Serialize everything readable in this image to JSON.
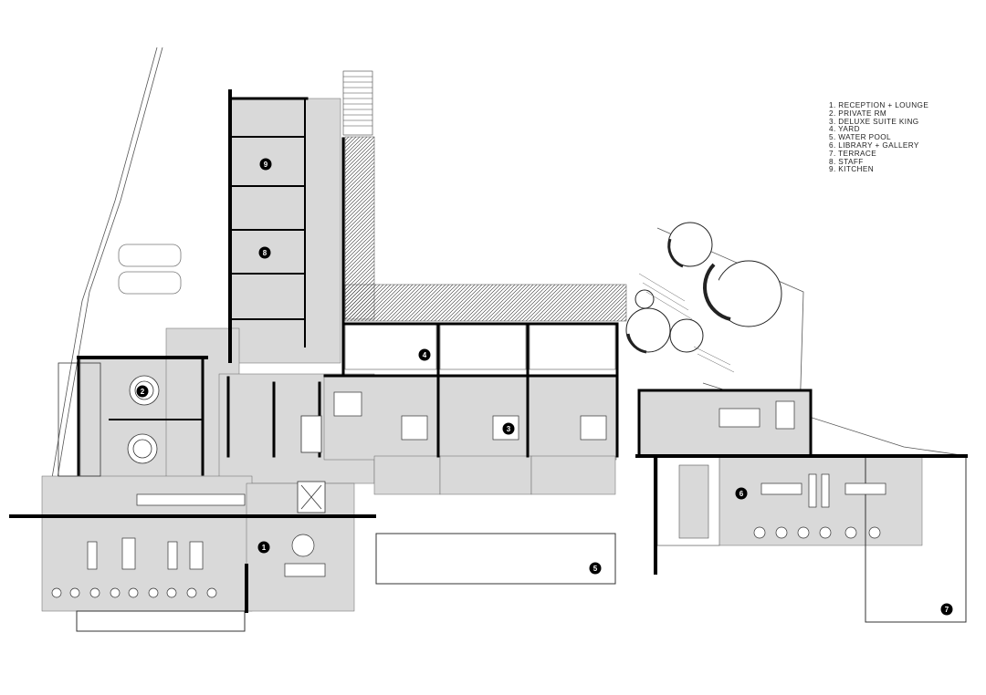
{
  "legend": [
    "1. RECEPTION + LOUNGE",
    "2. PRIVATE RM",
    "3. DELUXE SUITE KING",
    "4. YARD",
    "5. WATER POOL",
    "6. LIBRARY + GALLERY",
    "7. TERRACE",
    "8. STAFF",
    "9. KITCHEN"
  ],
  "markers": [
    "1",
    "2",
    "3",
    "4",
    "5",
    "6",
    "7",
    "8",
    "9"
  ],
  "colors": {
    "floor": "#d9d9d9",
    "wall": "#000000",
    "line": "#555555",
    "background": "#ffffff"
  }
}
